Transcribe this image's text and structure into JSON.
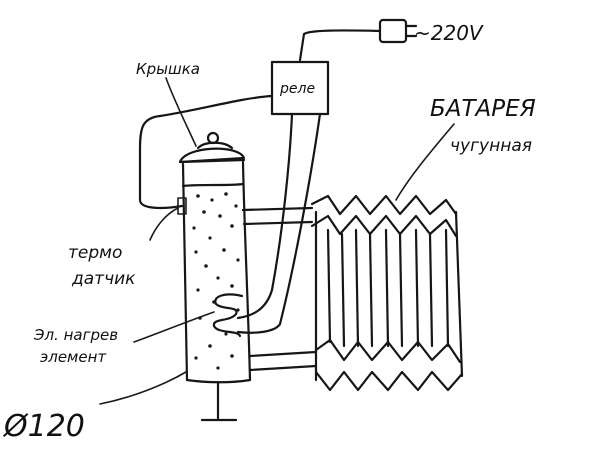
{
  "labels": {
    "voltage": "~220V",
    "relay": "реле",
    "lid": "Крышка",
    "battery_title": "БАТАРЕЯ",
    "battery_subtitle": "чугунная",
    "thermo_line1": "термо",
    "thermo_line2": "датчик",
    "heater_line1": "Эл. нагрев",
    "heater_line2": "элемент",
    "diameter": "Ø120"
  }
}
